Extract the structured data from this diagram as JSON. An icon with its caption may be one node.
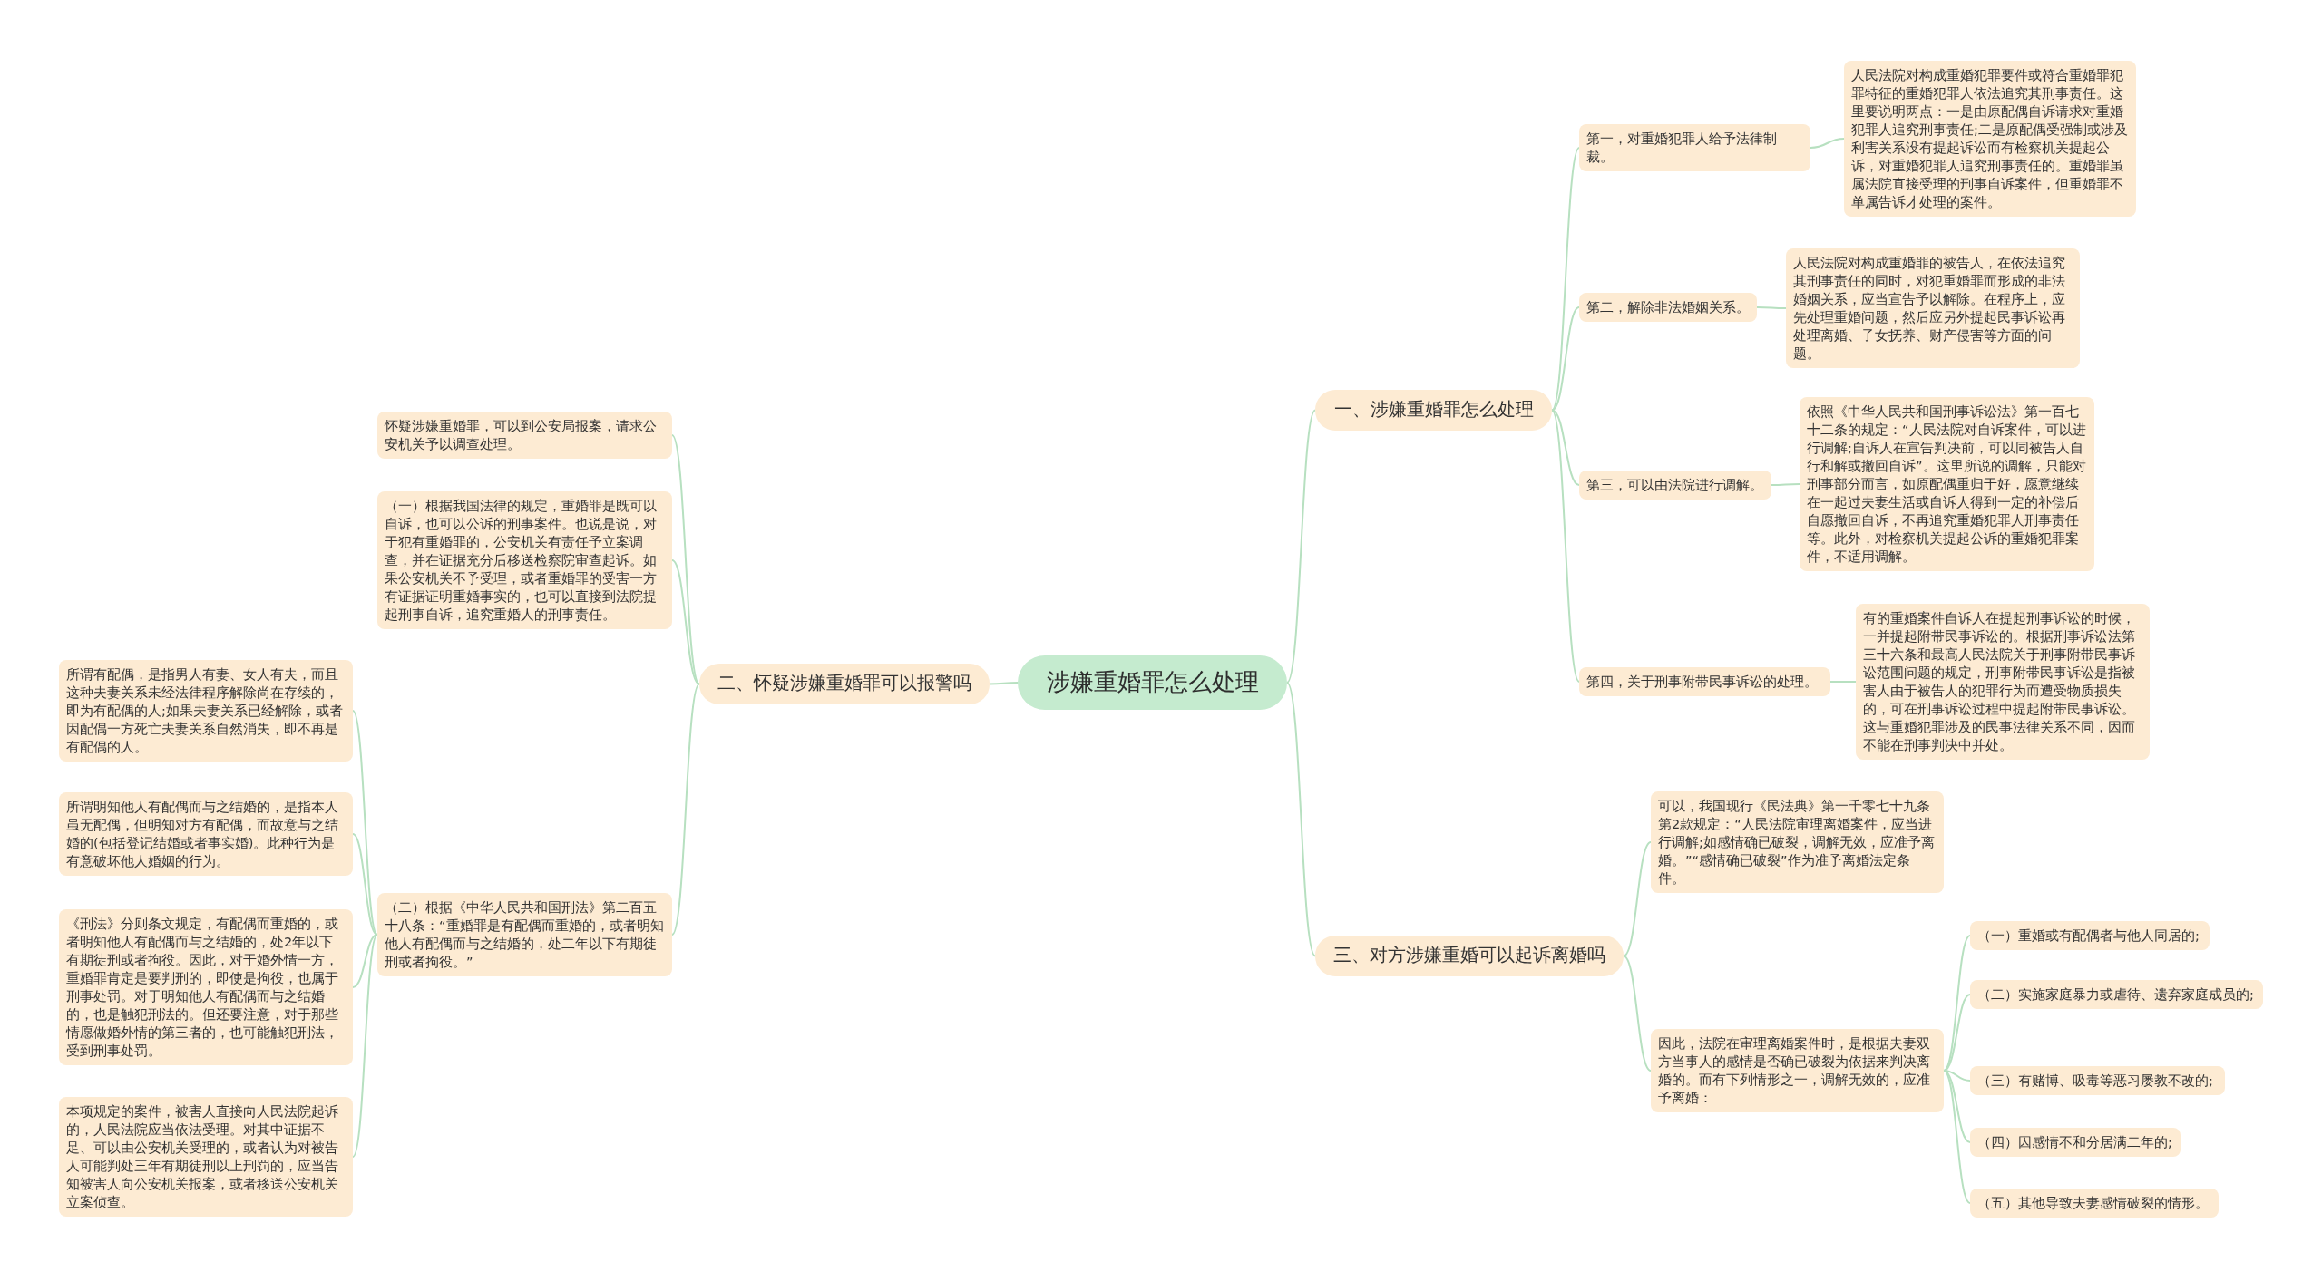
{
  "diagram": {
    "nodes": [
      {
        "text": [
          "涉嫌重婚罪怎么处理"
        ]
      },
      {
        "text": [
          "一、涉嫌重婚罪怎么处理"
        ]
      },
      {
        "text": [
          "第一，对重婚犯罪人给予法律制裁。"
        ]
      },
      {
        "text": [
          "人民法院对构成重婚犯罪要件或符合重婚罪犯罪特征的重婚犯罪人依法追究其刑事责任。这里要说明两点：一是由原配偶自诉请求对重婚犯罪人追究刑事责任;二是原配偶受强制或涉及利害关系没有提起诉讼而有检察机关提起公诉，对重婚犯罪人追究刑事责任的。重婚罪虽属法院直接受理的刑事自诉案件，但重婚罪不单属告诉才处理的案件。"
        ]
      },
      {
        "text": [
          "第二，解除非法婚姻关系。"
        ]
      },
      {
        "text": [
          "人民法院对构成重婚罪的被告人，在依法追究其刑事责任的同时，对犯重婚罪而形成的非法婚姻关系，应当宣告予以解除。在程序上，应先处理重婚问题，然后应另外提起民事诉讼再处理离婚、子女抚养、财产侵害等方面的问题。"
        ]
      },
      {
        "text": [
          "第三，可以由法院进行调解。"
        ]
      },
      {
        "text": [
          "依照《中华人民共和国刑事诉讼法》第一百七十二条的规定：“人民法院对自诉案件，可以进行调解;自诉人在宣告判决前，可以同被告人自行和解或撤回自诉”。这里所说的调解，只能对刑事部分而言，如原配偶重归于好，愿意继续在一起过夫妻生活或自诉人得到一定的补偿后自愿撤回自诉，不再追究重婚犯罪人刑事责任等。此外，对检察机关提起公诉的重婚犯罪案件，不适用调解。"
        ]
      },
      {
        "text": [
          "第四，关于刑事附带民事诉讼的处理。"
        ]
      },
      {
        "text": [
          "有的重婚案件自诉人在提起刑事诉讼的时候，一并提起附带民事诉讼的。根据刑事诉讼法第三十六条和最高人民法院关于刑事附带民事诉讼范围问题的规定，刑事附带民事诉讼是指被害人由于被告人的犯罪行为而遭受物质损失的，可在刑事诉讼过程中提起附带民事诉讼。这与重婚犯罪涉及的民事法律关系不同，因而不能在刑事判决中并处。"
        ]
      },
      {
        "text": [
          "三、对方涉嫌重婚可以起诉离婚吗"
        ]
      },
      {
        "text": [
          "可以，我国现行《民法典》第一千零七十九条第2款规定：“人民法院审理离婚案件，应当进行调解;如感情确已破裂，调解无效，应准予离婚。”“感情确已破裂”作为准予离婚法定条件。"
        ]
      },
      {
        "text": [
          "因此，法院在审理离婚案件时，是根据夫妻双方当事人的感情是否确已破裂为依据来判决离婚的。而有下列情形之一，调解无效的，应准予离婚："
        ]
      },
      {
        "text": [
          "（一）重婚或有配偶者与他人同居的;"
        ]
      },
      {
        "text": [
          "（二）实施家庭暴力或虐待、遗弃家庭成员的;"
        ]
      },
      {
        "text": [
          "（三）有赌博、吸毒等恶习屡教不改的;"
        ]
      },
      {
        "text": [
          "（四）因感情不和分居满二年的;"
        ]
      },
      {
        "text": [
          "（五）其他导致夫妻感情破裂的情形。"
        ]
      },
      {
        "text": [
          "二、怀疑涉嫌重婚罪可以报警吗"
        ]
      },
      {
        "text": [
          "怀疑涉嫌重婚罪，可以到公安局报案，请求公安机关予以调查处理。"
        ]
      },
      {
        "text": [
          "（一）根据我国法律的规定，重婚罪是既可以自诉，也可以公诉的刑事案件。也说是说，对于犯有重婚罪的，公安机关有责任予立案调查，并在证据充分后移送检察院审查起诉。如果公安机关不予受理，或者重婚罪的受害一方有证据证明重婚事实的，也可以直接到法院提起刑事自诉，追究重婚人的刑事责任。"
        ]
      },
      {
        "text": [
          "（二）根据《中华人民共和国刑法》第二百五十八条：“重婚罪是有配偶而重婚的，或者明知他人有配偶而与之结婚的，处二年以下有期徒刑或者拘役。”"
        ]
      },
      {
        "text": [
          "所谓有配偶，是指男人有妻、女人有夫，而且这种夫妻关系未经法律程序解除尚在存续的，即为有配偶的人;如果夫妻关系已经解除，或者因配偶一方死亡夫妻关系自然消失，即不再是有配偶的人。"
        ]
      },
      {
        "text": [
          "所谓明知他人有配偶而与之结婚的，是指本人虽无配偶，但明知对方有配偶，而故意与之结婚的(包括登记结婚或者事实婚)。此种行为是有意破坏他人婚姻的行为。"
        ]
      },
      {
        "text": [
          "《刑法》分则条文规定，有配偶而重婚的，或者明知他人有配偶而与之结婚的，处2年以下有期徒刑或者拘役。因此，对于婚外情一方，重婚罪肯定是要判刑的，即使是拘役，也属于刑事处罚。对于明知他人有配偶而与之结婚的，也是触犯刑法的。但还要注意，对于那些情愿做婚外情的第三者的，也可能触犯刑法，受到刑事处罚。"
        ]
      },
      {
        "text": [
          "本项规定的案件，被害人直接向人民法院起诉的，人民法院应当依法受理。对其中证据不足、可以由公安机关受理的，或者认为对被告人可能判处三年有期徒刑以上刑罚的，应当告知被害人向公安机关报案，或者移送公安机关立案侦查。"
        ]
      }
    ],
    "edges": [
      {
        "from": 0,
        "to": 1,
        "arrow": "none"
      },
      {
        "from": 1,
        "to": 2,
        "arrow": "none"
      },
      {
        "from": 2,
        "to": 3,
        "arrow": "none"
      },
      {
        "from": 1,
        "to": 4,
        "arrow": "none"
      },
      {
        "from": 4,
        "to": 5,
        "arrow": "none"
      },
      {
        "from": 1,
        "to": 6,
        "arrow": "none"
      },
      {
        "from": 6,
        "to": 7,
        "arrow": "none"
      },
      {
        "from": 1,
        "to": 8,
        "arrow": "none"
      },
      {
        "from": 8,
        "to": 9,
        "arrow": "none"
      },
      {
        "from": 0,
        "to": 10,
        "arrow": "none"
      },
      {
        "from": 10,
        "to": 11,
        "arrow": "none"
      },
      {
        "from": 10,
        "to": 12,
        "arrow": "none"
      },
      {
        "from": 12,
        "to": 13,
        "arrow": "none"
      },
      {
        "from": 12,
        "to": 14,
        "arrow": "none"
      },
      {
        "from": 12,
        "to": 15,
        "arrow": "none"
      },
      {
        "from": 12,
        "to": 16,
        "arrow": "none"
      },
      {
        "from": 12,
        "to": 17,
        "arrow": "none"
      },
      {
        "from": 0,
        "to": 18,
        "arrow": "none"
      },
      {
        "from": 18,
        "to": 19,
        "arrow": "none"
      },
      {
        "from": 18,
        "to": 20,
        "arrow": "none"
      },
      {
        "from": 18,
        "to": 21,
        "arrow": "none"
      },
      {
        "from": 21,
        "to": 22,
        "arrow": "none"
      },
      {
        "from": 21,
        "to": 23,
        "arrow": "none"
      },
      {
        "from": 21,
        "to": 24,
        "arrow": "none"
      },
      {
        "from": 21,
        "to": 25,
        "arrow": "none"
      }
    ]
  }
}
